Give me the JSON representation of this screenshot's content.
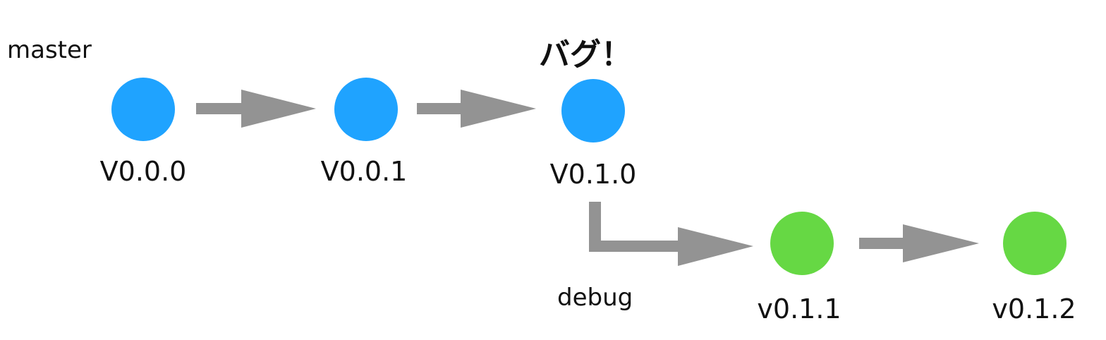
{
  "branches": {
    "master": {
      "label": "master"
    },
    "debug": {
      "label": "debug"
    }
  },
  "annotations": {
    "bug": {
      "text": "バグ！"
    }
  },
  "nodes": [
    {
      "id": "v000",
      "label": "V0.0.0",
      "branch": "master"
    },
    {
      "id": "v001",
      "label": "V0.0.1",
      "branch": "master"
    },
    {
      "id": "v010",
      "label": "V0.1.0",
      "branch": "master"
    },
    {
      "id": "v011",
      "label": "v0.1.1",
      "branch": "debug"
    },
    {
      "id": "v012",
      "label": "v0.1.2",
      "branch": "debug"
    }
  ],
  "edges": [
    {
      "from": "v000",
      "to": "v001"
    },
    {
      "from": "v001",
      "to": "v010"
    },
    {
      "from": "v010",
      "to": "v011"
    },
    {
      "from": "v011",
      "to": "v012"
    }
  ],
  "colors": {
    "master_node": "#1fa3ff",
    "debug_node": "#66d844",
    "arrow": "#939393",
    "alert": "#ea2b20",
    "text": "#111111"
  }
}
